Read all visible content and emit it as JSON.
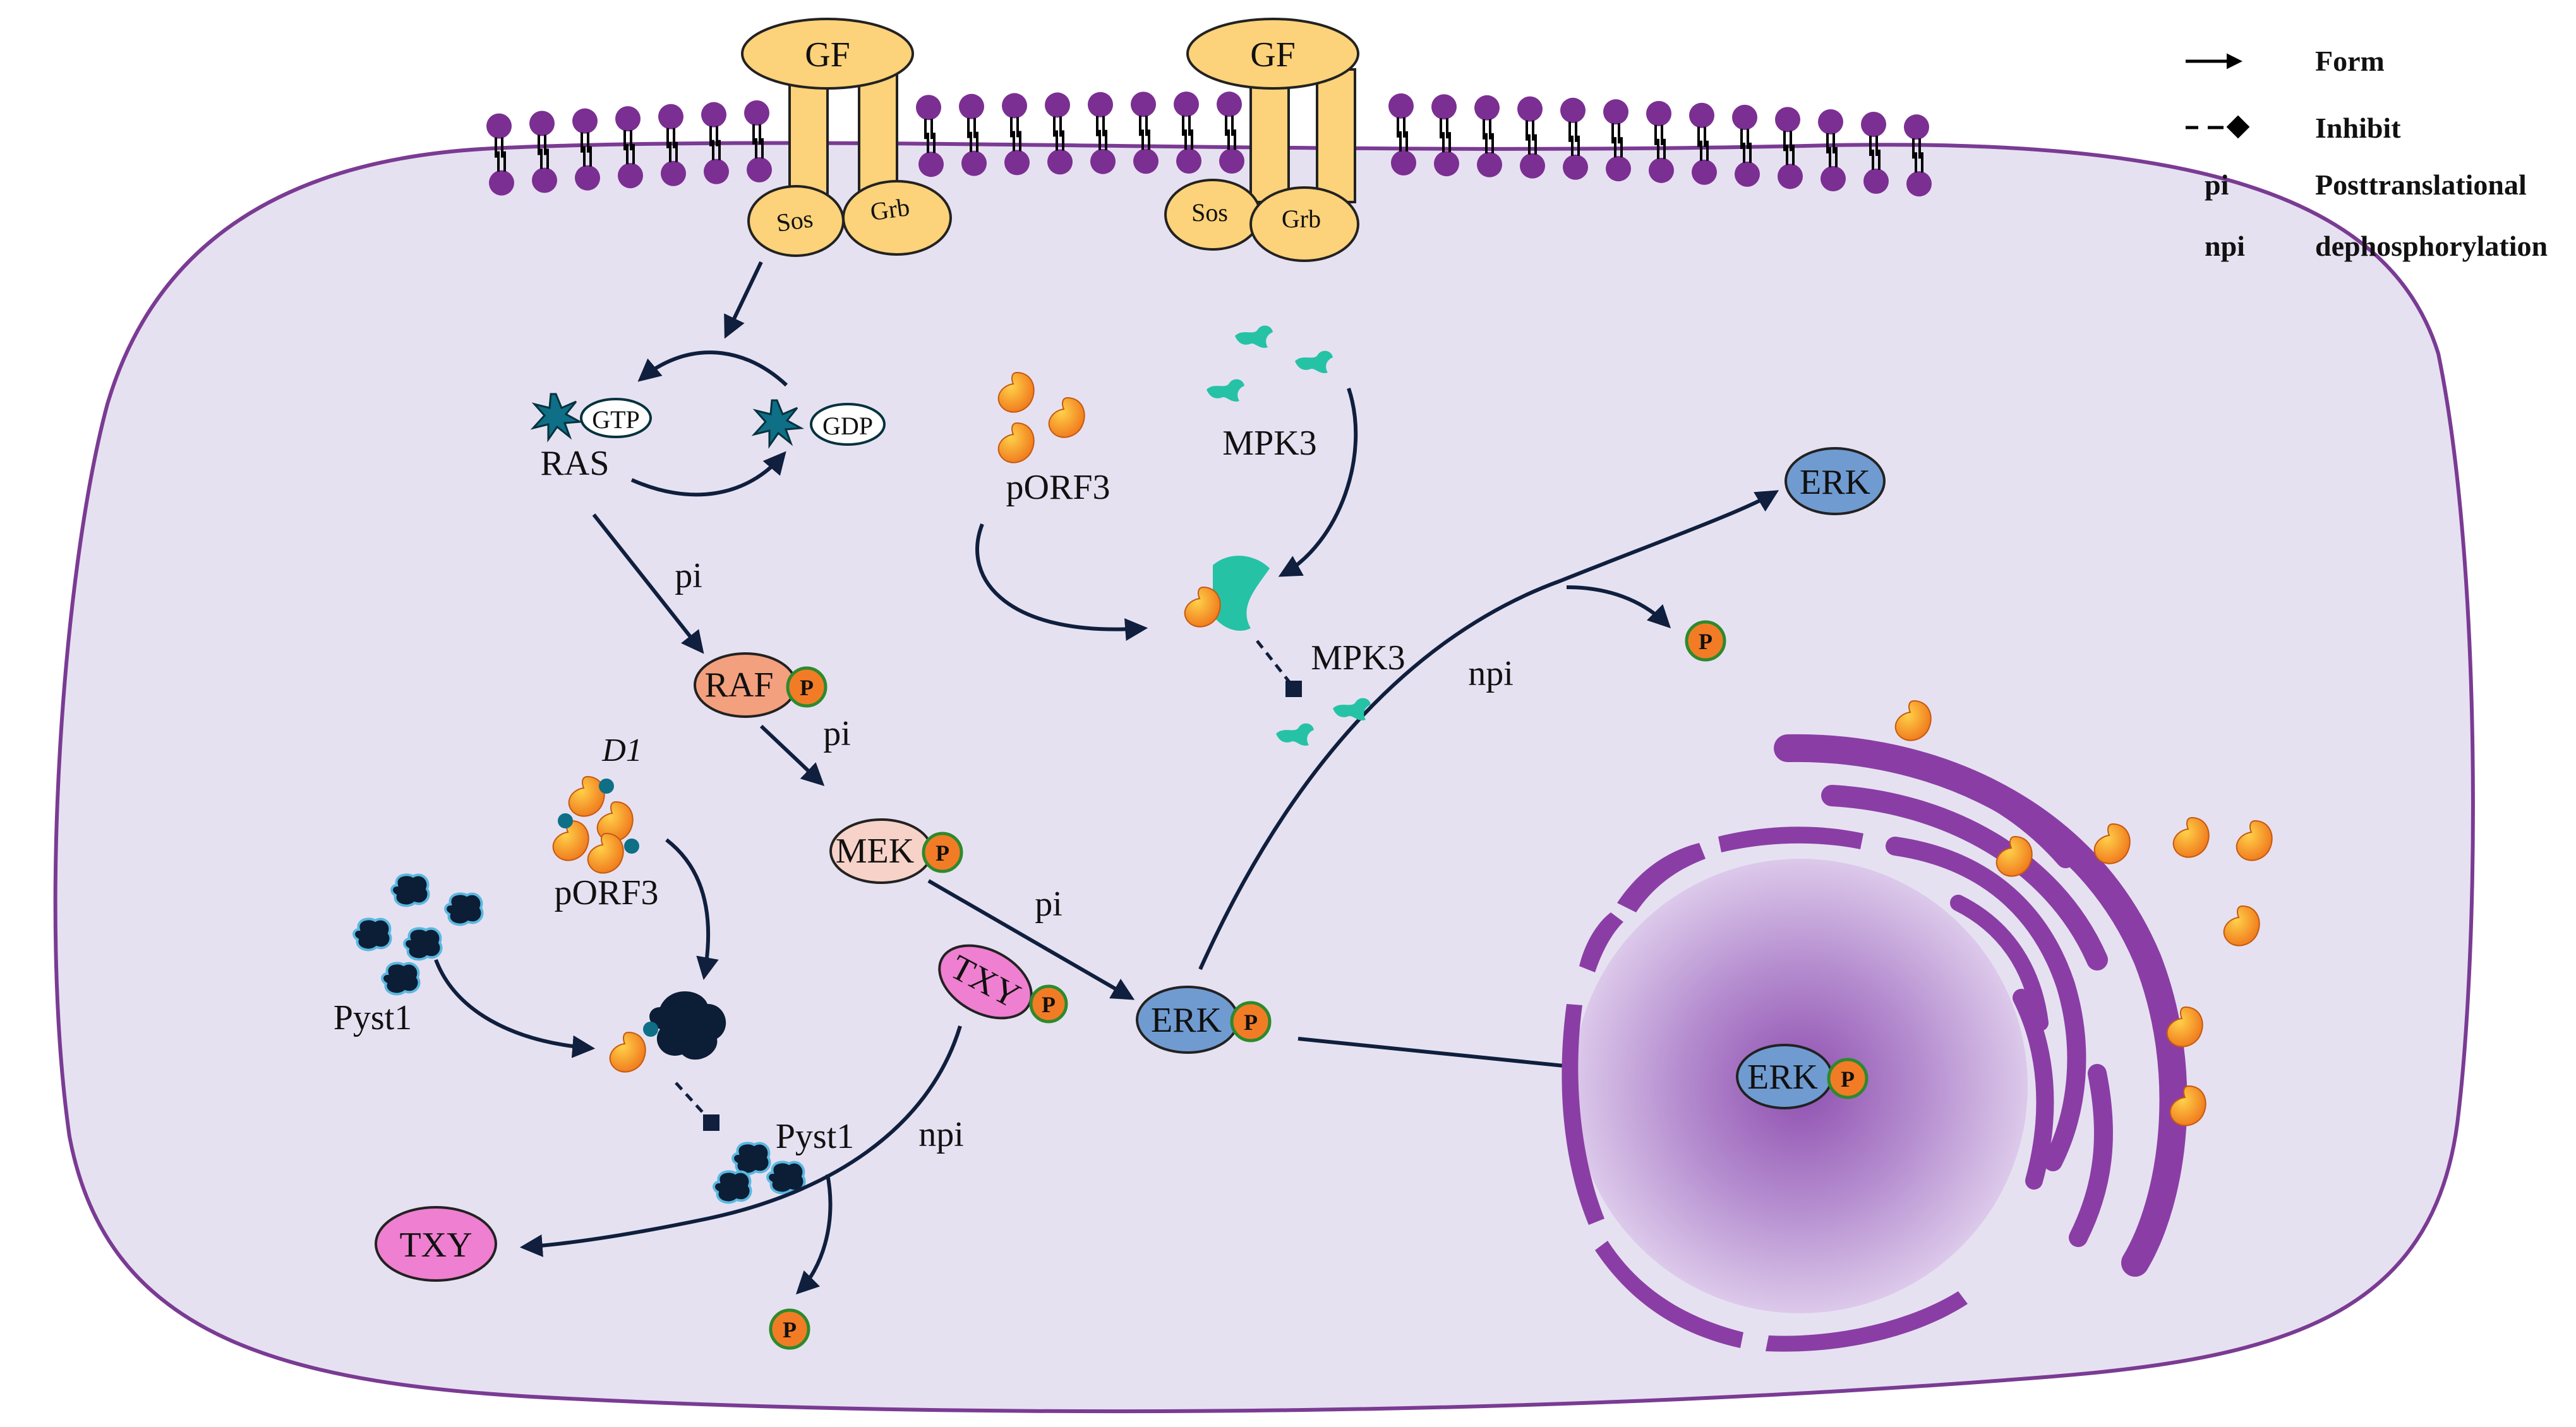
{
  "legend": {
    "form": "Form",
    "inhibit": "Inhibit",
    "pi_key": "pi",
    "pi_text": "Posttranslational",
    "npi_key": "npi",
    "npi_text": "dephosphorylation"
  },
  "receptors": {
    "gf_left": "GF",
    "gf_right": "GF",
    "sos": "Sos",
    "grb": "Grb"
  },
  "ras": {
    "label": "RAS",
    "gtp": "GTP",
    "gdp": "GDP"
  },
  "cascade": {
    "raf": "RAF",
    "mek": "MEK",
    "erk": "ERK",
    "phospho": "P",
    "pi": "pi",
    "npi": "npi"
  },
  "proteins": {
    "porf3": "pORF3",
    "mpk3": "MPK3",
    "d1": "D1",
    "pyst1": "Pyst1",
    "txy": "TXY"
  },
  "colors": {
    "cell_fill": "#e6e1f1",
    "cell_stroke": "#7a3b93",
    "membrane": "#7b2f92",
    "arrow": "#0f1f3d",
    "gf_fill": "#fcd27a",
    "raf_fill": "#f3a07f",
    "mek_fill": "#f7d2c8",
    "erk_fill": "#6f9bd1",
    "txy_fill": "#ef7fd0",
    "phospho_fill": "#f27c25",
    "phospho_ring": "#2d8a2d",
    "mpk3": "#26c2a6",
    "nucleus": "#9a63b8",
    "er": "#8a3ea5",
    "porf3": "#f79a1e"
  },
  "icons": [
    "ras-burst-icon",
    "porf3-drop-icon",
    "mpk3-icon",
    "pyst1-blob-icon",
    "phosphate-icon"
  ]
}
